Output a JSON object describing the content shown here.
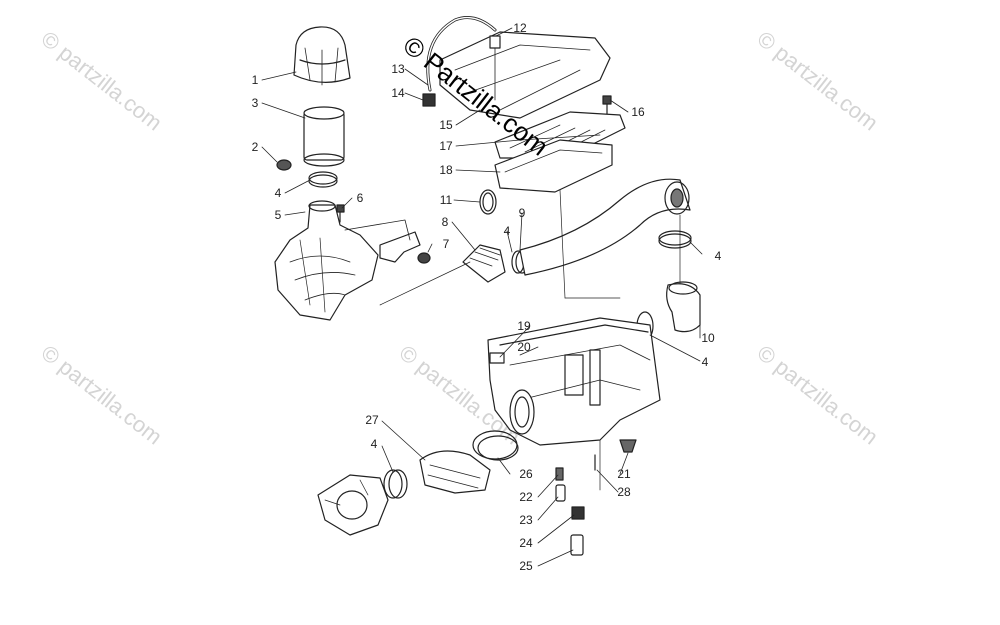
{
  "watermark": {
    "main_text": "© Partzilla.com",
    "faint_text": "© partzilla.com"
  },
  "callouts": {
    "c1": "1",
    "c2": "2",
    "c3": "3",
    "c4a": "4",
    "c4b": "4",
    "c4c": "4",
    "c4d": "4",
    "c4e": "4",
    "c5": "5",
    "c6": "6",
    "c7": "7",
    "c8": "8",
    "c9": "9",
    "c10": "10",
    "c11": "11",
    "c12": "12",
    "c13": "13",
    "c14": "14",
    "c15": "15",
    "c16": "16",
    "c17": "17",
    "c18": "18",
    "c19": "19",
    "c20": "20",
    "c21": "21",
    "c22": "22",
    "c23": "23",
    "c24": "24",
    "c25": "25",
    "c26": "26",
    "c27": "27",
    "c28": "28"
  }
}
